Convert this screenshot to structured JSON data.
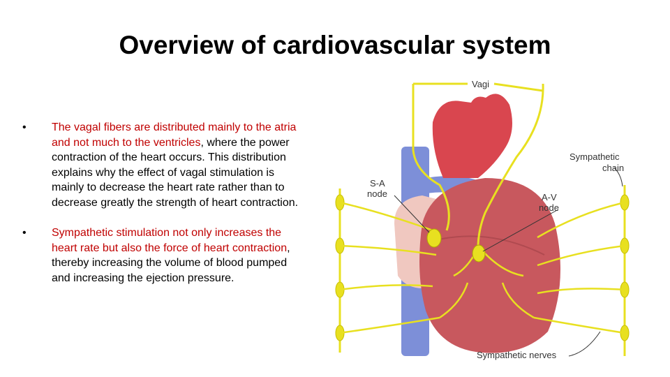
{
  "slide": {
    "title": "Overview of cardiovascular system"
  },
  "bullets": [
    {
      "marker": "•",
      "red_text": "The vagal fibers are distributed mainly to the atria and not much to the ventricles",
      "rest_text": ", where the power contraction of the heart occurs. This distribution explains why the effect of vagal stimulation is mainly to decrease the heart rate rather than to decrease greatly the strength of heart contraction."
    },
    {
      "marker": "•",
      "red_text": "Sympathetic stimulation not only increases the heart rate but also the force of heart contraction",
      "rest_text": ", thereby increasing the volume of blood pumped and increasing the ejection pressure."
    }
  ],
  "figure": {
    "labels": {
      "vagi": "Vagi",
      "sympathetic_chain_1": "Sympathetic",
      "sympathetic_chain_2": "chain",
      "sa_node_1": "S-A",
      "sa_node_2": "node",
      "av_node_1": "A-V",
      "av_node_2": "node",
      "sympathetic_nerves": "Sympathetic nerves"
    },
    "colors": {
      "nerve": "#e8e020",
      "heart": "#c8585e",
      "aorta": "#d9464f",
      "vein": "#7d8fd8",
      "atrium": "#f0c8c0"
    }
  }
}
